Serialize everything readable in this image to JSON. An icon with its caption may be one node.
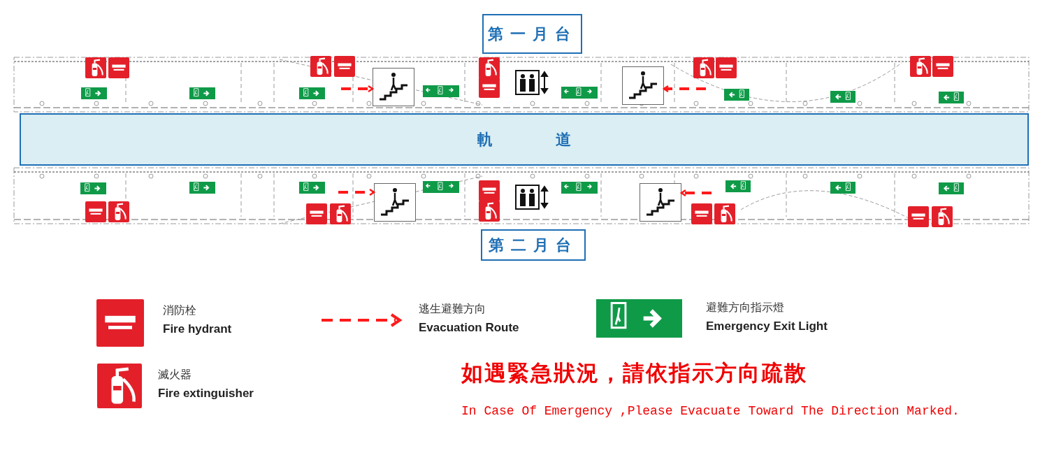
{
  "diagram": {
    "nodes": [
      {
        "text": [
          "第一月台"
        ]
      },
      {
        "text": [
          "軌道"
        ]
      },
      {
        "text": [
          "第二月台"
        ]
      },
      {
        "text": [],
        "shape": "picture"
      },
      {
        "text": [],
        "shape": "picture"
      },
      {
        "text": [],
        "shape": "picture"
      },
      {
        "text": [],
        "shape": "picture"
      }
    ],
    "edges": [
      {
        "from": null,
        "to": 3,
        "arrow": "to",
        "style": "dashed",
        "color": "#ff1a1a"
      },
      {
        "from": null,
        "to": 4,
        "arrow": "to",
        "style": "dashed",
        "color": "#ff1a1a"
      },
      {
        "from": null,
        "to": 5,
        "arrow": "to",
        "style": "dashed",
        "color": "#ff1a1a"
      },
      {
        "from": null,
        "to": 6,
        "arrow": "to",
        "style": "dashed",
        "color": "#ff1a1a"
      }
    ],
    "labels": [
      "如遇緊急狀況，請依指示方向疏散",
      "In Case Of Emergency ,Please Evacuate Toward The Direction Marked."
    ],
    "legend": [
      {
        "text": "消防栓"
      },
      {
        "text": "Fire hydrant"
      },
      {
        "text": "逃生避難方向"
      },
      {
        "text": "Evacuation Route"
      },
      {
        "text": "避難方向指示燈"
      },
      {
        "text": "Emergency Exit Light"
      },
      {
        "text": "滅火器"
      },
      {
        "text": "Fire extinguisher"
      }
    ]
  }
}
